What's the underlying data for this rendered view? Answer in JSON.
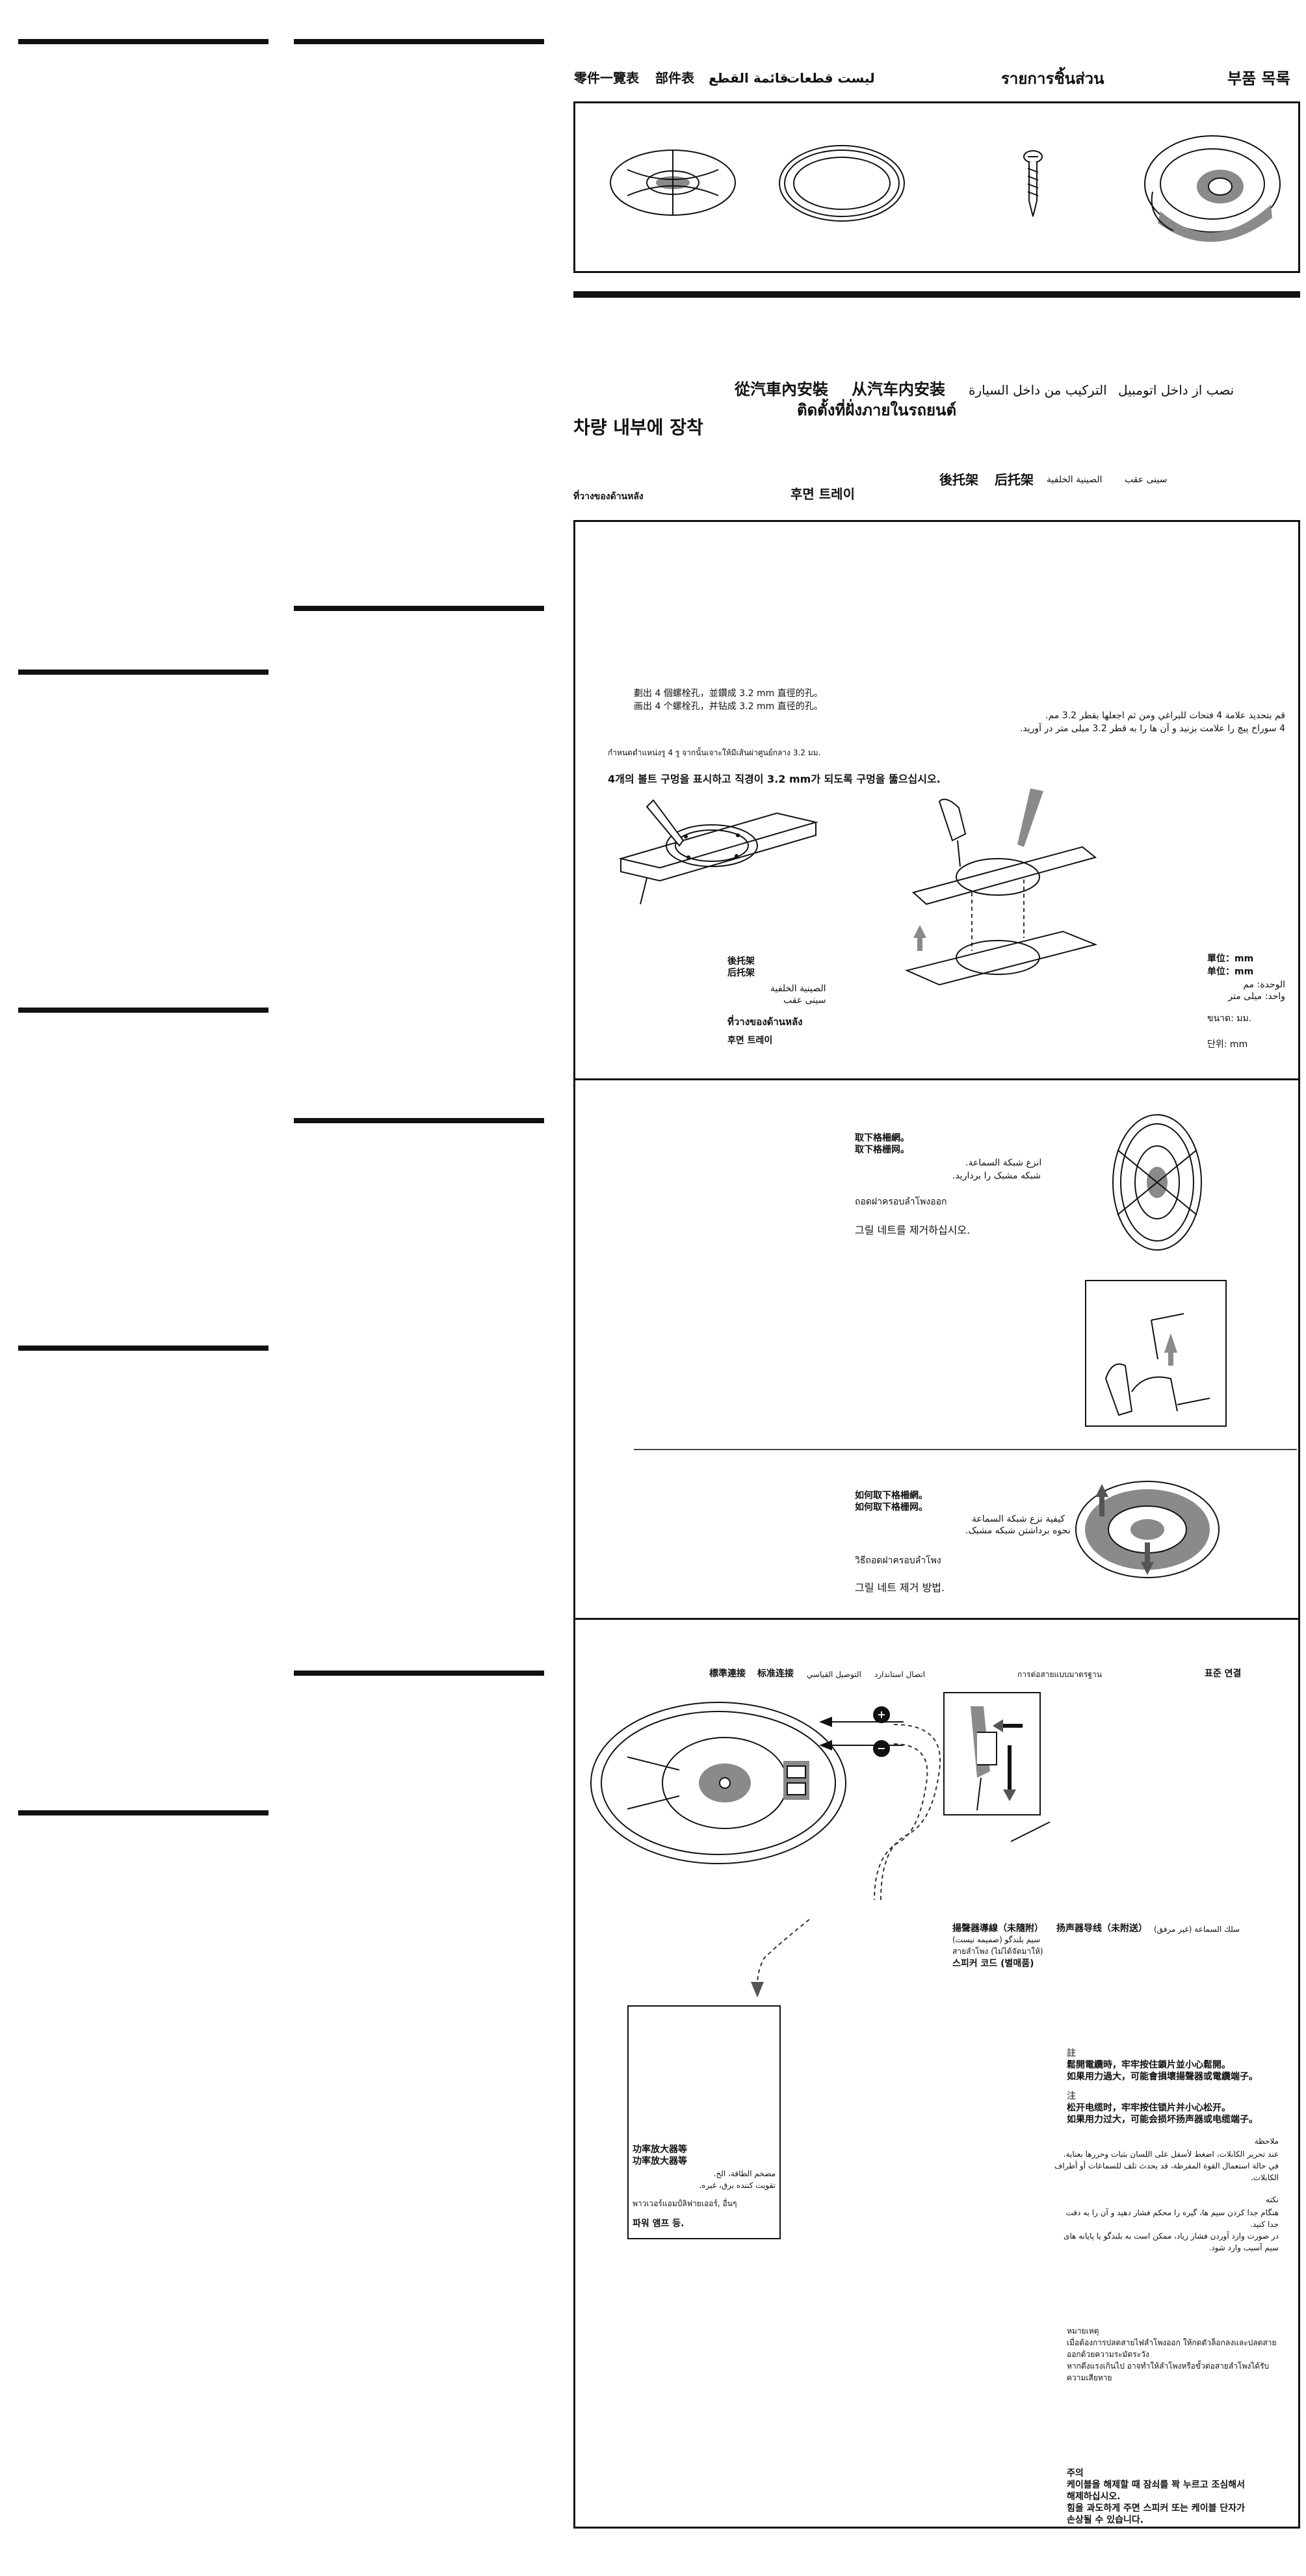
{
  "parts_list": {
    "headings": [
      "零件一覽表",
      "部件表",
      "قائمة القطع",
      "لیست قطعات",
      "รายการชิ้นส่วน",
      "부품 목록"
    ]
  },
  "installation": {
    "headings": [
      "從汽車內安裝",
      "从汽车内安装",
      "التركيب من داخل السيارة",
      "نصب از داخل اتومبیل",
      "ติดตั้งที่ฝั่งภายในรถยนต์",
      "차량 내부에 장착"
    ]
  },
  "rear_tray": {
    "headings": [
      "後托架",
      "后托架",
      "الصينية الخلفية",
      "سینی عقب",
      "ที่วางของด้านหลัง",
      "후면 트레이"
    ]
  },
  "step_drill": {
    "zh_tw": "劃出 4 個螺栓孔，並鑽成 3.2 mm 直徑的孔。",
    "zh_cn": "画出 4 个螺栓孔，并钻成 3.2 mm 直径的孔。",
    "ar": "قم بتحديد علامة 4 فتحات للبراغي ومن ثم اجعلها بقطر 3.2 مم.",
    "fa": "4 سوراخ پیچ را علامت بزنید و آن ها را به قطر 3.2 میلی متر در آورید.",
    "th": "กำหนดตำแหน่งรู 4 รู จากนั้นเจาะให้มีเส้นผ่าศูนย์กลาง 3.2 มม.",
    "ko": "4개의 볼트 구멍을 표시하고 직경이 3.2 mm가 되도록 구멍을 뚫으십시오.",
    "fig_labels": [
      "後托架",
      "后托架",
      "الصينية الخلفية",
      "سینی عقب",
      "ที่วางของด้านหลัง",
      "후면 트레이"
    ],
    "units": [
      "單位：mm",
      "单位：mm",
      "الوحدة: مم",
      "واحد: میلی متر",
      "ขนาด: มม.",
      "단위: mm"
    ]
  },
  "step_grille": {
    "zh_tw": "取下格柵網。",
    "zh_cn": "取下格栅网。",
    "ar": "انزع شبكة السماعة.",
    "fa": "شبکه مشبک را بردارید.",
    "th": "ถอดฝาครอบลำโพงออก",
    "ko": "그릴 네트를 제거하십시오.",
    "how_zh_tw": "如何取下格柵網。",
    "how_zh_cn": "如何取下格栅网。",
    "how_ar": "كيفية نزع شبكة السماعة",
    "how_fa": "نحوه برداشتن شبکه مشبک.",
    "how_th": "วิธีถอดฝาครอบลำโพง",
    "how_ko": "그릴 네트 제거 방법."
  },
  "connection": {
    "headings": [
      "標準連接",
      "标准连接",
      "التوصيل القياسي",
      "اتصال استاندارد",
      "การต่อสายแบบมาตรฐาน",
      "표준 연결"
    ],
    "speaker_cord": [
      "揚聲器導線（未隨附）",
      "扬声器导线（未附送）",
      "سلك السماعة (غير مرفق)",
      "سیم بلندگو (ضمیمه نیست)",
      "สายลำโพง (ไม่ได้จัดมาให้)",
      "스피커 코드 (별매품)"
    ],
    "amp": [
      "功率放大器等",
      "功率放大器等",
      "مضخم الطاقة، الخ.",
      "تقویت کننده برق، غیره.",
      "พาวเวอร์แอมป์ลิฟายเออร์, อื่นๆ",
      "파워 앰프 등."
    ],
    "plus_sign": "+",
    "minus_sign": "−"
  },
  "notes": {
    "zh_tw_title": "註",
    "zh_tw_body": [
      "鬆開電纜時，牢牢按住鎖片並小心鬆開。",
      "如果用力過大，可能會損壞揚聲器或電纜端子。"
    ],
    "zh_cn_title": "注",
    "zh_cn_body": [
      "松开电缆时，牢牢按住锁片并小心松开。",
      "如果用力过大，可能会损坏扬声器或电缆端子。"
    ],
    "ar_title": "ملاحظة",
    "ar_body": [
      "عند تحرير الكابلات، اضغط لأسفل على اللسان بثبات وحررها بعناية.",
      "في حالة استعمال القوة المفرطة، قد يحدث تلف للسماعات أو أطراف",
      "الكابلات."
    ],
    "fa_title": "نکته",
    "fa_body": [
      "هنگام جدا کردن سیم ها، گیره را محکم فشار دهید و آن را به دقت",
      "جدا کنید.",
      "در صورت وارد آوردن فشار زیاد، ممکن است به بلندگو یا پایانه های",
      "سیم آسیب وارد شود."
    ],
    "th_title": "หมายเหตุ",
    "th_body": [
      "เมื่อต้องการปลดสายไฟลำโพงออก ให้กดตัวล็อกลงและปลดสาย",
      "ออกด้วยความระมัดระวัง",
      "หากดึงแรงเกินไป อาจทำให้ลำโพงหรือขั้วต่อสายลำโพงได้รับ",
      "ความเสียหาย"
    ],
    "ko_title": "주의",
    "ko_body": [
      "케이블을 해제할 때 잠쇠를 꽉 누르고 조심해서",
      "해제하십시오.",
      "힘을 과도하게 주면 스피커 또는 케이블 단자가",
      "손상될 수 있습니다."
    ]
  }
}
